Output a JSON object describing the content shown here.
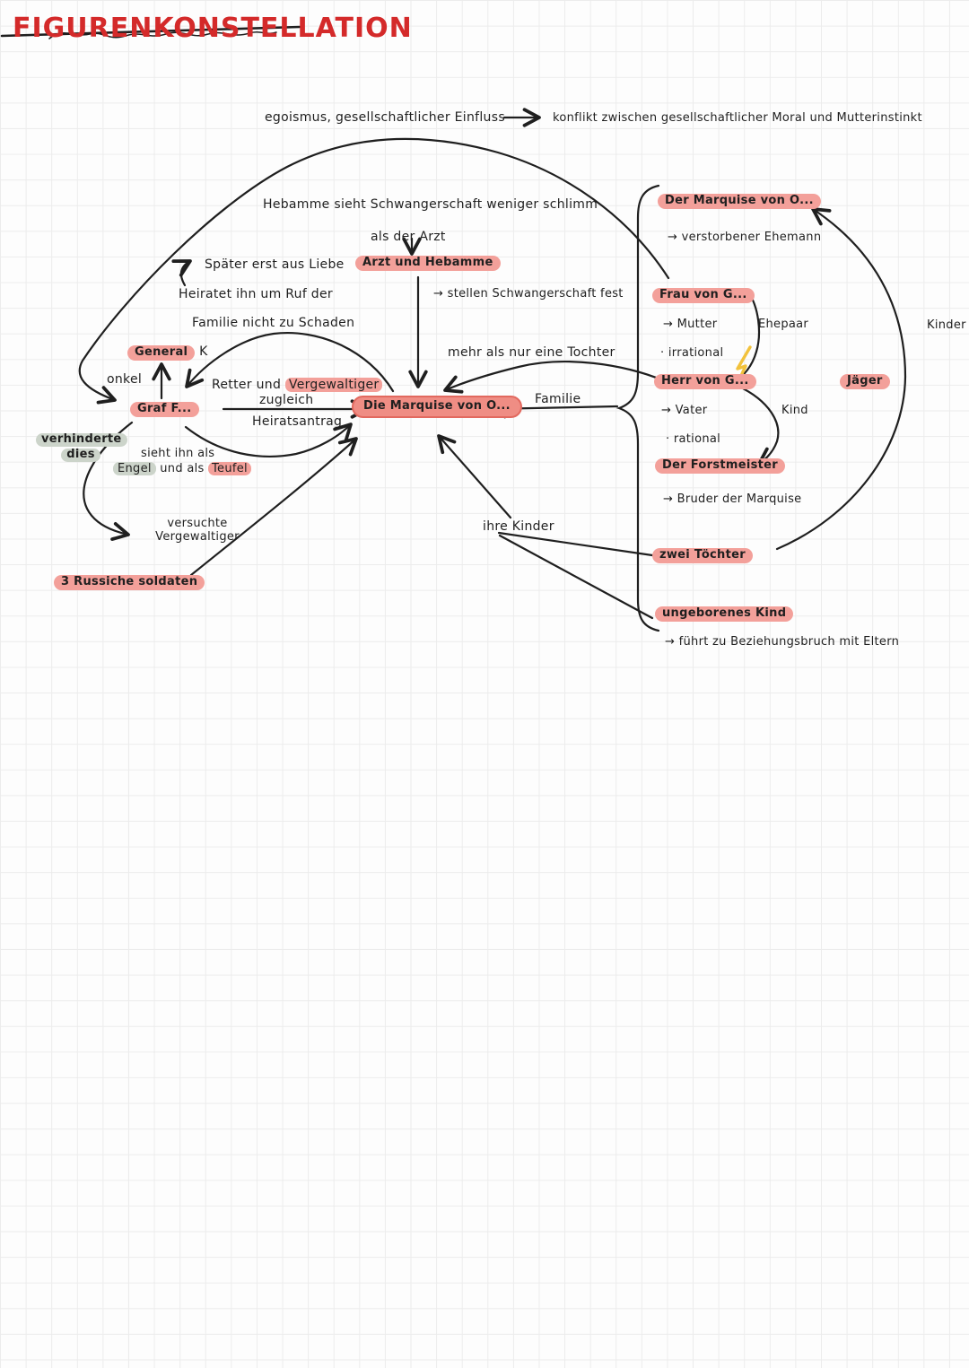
{
  "colors": {
    "highlight_pink": "#f3a09a",
    "highlight_pink_strong": "#ef8d84",
    "highlight_pink_border": "#e2695f",
    "highlight_green": "#ccd4ca",
    "title_red": "#d42a2a",
    "ink": "#1f1f1f",
    "lightning_yellow": "#f2c23c",
    "grid": "#ececec"
  },
  "title": {
    "text": "FIGURENKONSTELLATION"
  },
  "flow": {
    "left": "egoismus, gesellschaftlicher Einfluss",
    "right": "konflikt zwischen gesellschaftlicher Moral und Mutterinstinkt"
  },
  "nodes": {
    "arzt_hebamme": "Arzt und Hebamme",
    "general": "General",
    "general_suffix": "K",
    "graf": "Graf F...",
    "marquise_central": "Die Marquise von O...",
    "soldaten": "3 Russiche soldaten",
    "der_marquise": "Der Marquise von O...",
    "frau_von_g": "Frau von G...",
    "herr_von_g": "Herr von G...",
    "forstmeister": "Der Forstmeister",
    "jaeger": "Jäger",
    "zwei_toechter": "zwei Töchter",
    "ungeborenes_kind": "ungeborenes Kind"
  },
  "relations": {
    "onkel": "onkel",
    "familie": "Familie",
    "ehepaar": "Ehepaar",
    "kind": "Kind",
    "kinder": "Kinder",
    "heiratsantrag": "Heiratsantrag",
    "retter_pre": "Retter und ",
    "retter_hl": "Vergewaltiger",
    "retter_line2": "zugleich",
    "mehr_tochter": "mehr als nur eine Tochter",
    "verhinderte_1": "verhinderte",
    "verhinderte_2": "dies"
  },
  "notes": {
    "hebamme_1": "Hebamme sieht Schwangerschaft weniger schlimm",
    "hebamme_2": "als der Arzt",
    "spaeter": "Später erst aus Liebe",
    "heiratet_1": "Heiratet ihn um Ruf der",
    "heiratet_2": "Familie nicht zu Schaden",
    "stellen": "→ stellen Schwangerschaft fest",
    "sieht_1": "sieht ihn als",
    "sieht_engel": "Engel",
    "sieht_mid": " und als ",
    "sieht_teufel": "Teufel",
    "versuchte_1": "versuchte",
    "versuchte_2": "Vergewaltiger",
    "ihre_kinder": "ihre Kinder",
    "verstorbener": "→ verstorbener Ehemann",
    "mutter": "→ Mutter",
    "irrational": "· irrational",
    "vater": "→ Vater",
    "rational": "· rational",
    "bruder": "→ Bruder der Marquise",
    "beziehungsbruch": "→ führt zu Beziehungsbruch mit Eltern"
  }
}
